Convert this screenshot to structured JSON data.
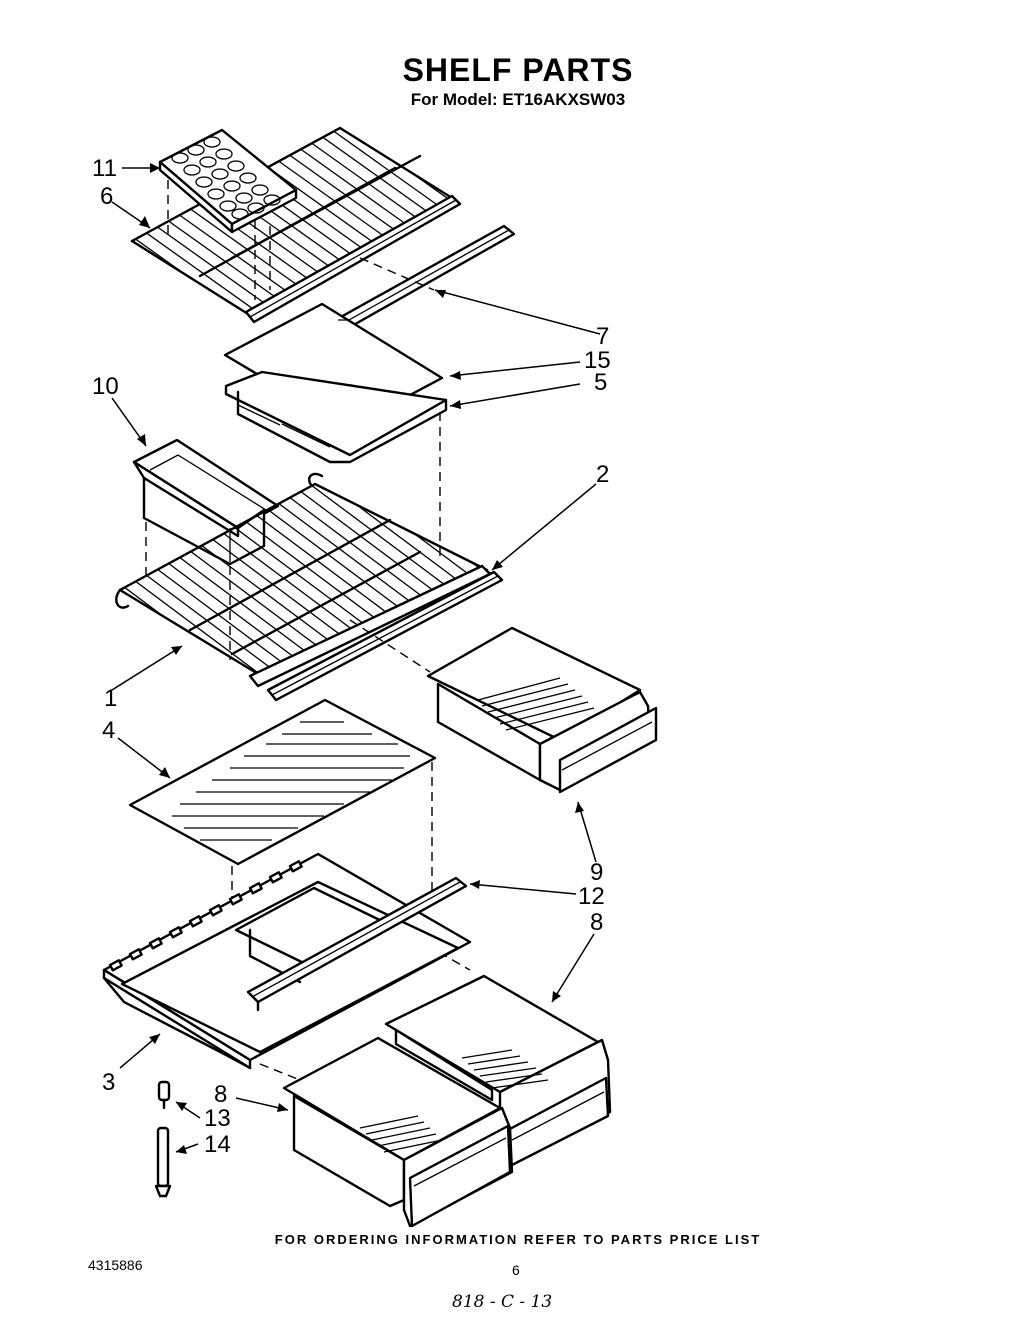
{
  "header": {
    "title": "SHELF PARTS",
    "subtitle": "For Model: ET16AKXSW03"
  },
  "callouts": [
    {
      "id": "c11",
      "label": "11"
    },
    {
      "id": "c6",
      "label": "6"
    },
    {
      "id": "c7",
      "label": "7"
    },
    {
      "id": "c15",
      "label": "15"
    },
    {
      "id": "c5",
      "label": "5"
    },
    {
      "id": "c10",
      "label": "10"
    },
    {
      "id": "c2",
      "label": "2"
    },
    {
      "id": "c1",
      "label": "1"
    },
    {
      "id": "c4",
      "label": "4"
    },
    {
      "id": "c9",
      "label": "9"
    },
    {
      "id": "c12",
      "label": "12"
    },
    {
      "id": "c8a",
      "label": "8"
    },
    {
      "id": "c3",
      "label": "3"
    },
    {
      "id": "c8b",
      "label": "8"
    },
    {
      "id": "c13",
      "label": "13"
    },
    {
      "id": "c14",
      "label": "14"
    }
  ],
  "footer": {
    "ordering_note": "FOR ORDERING INFORMATION REFER TO PARTS PRICE LIST",
    "document_number": "4315886",
    "page_number": "6",
    "handwritten_note": "818 - C - 13"
  }
}
